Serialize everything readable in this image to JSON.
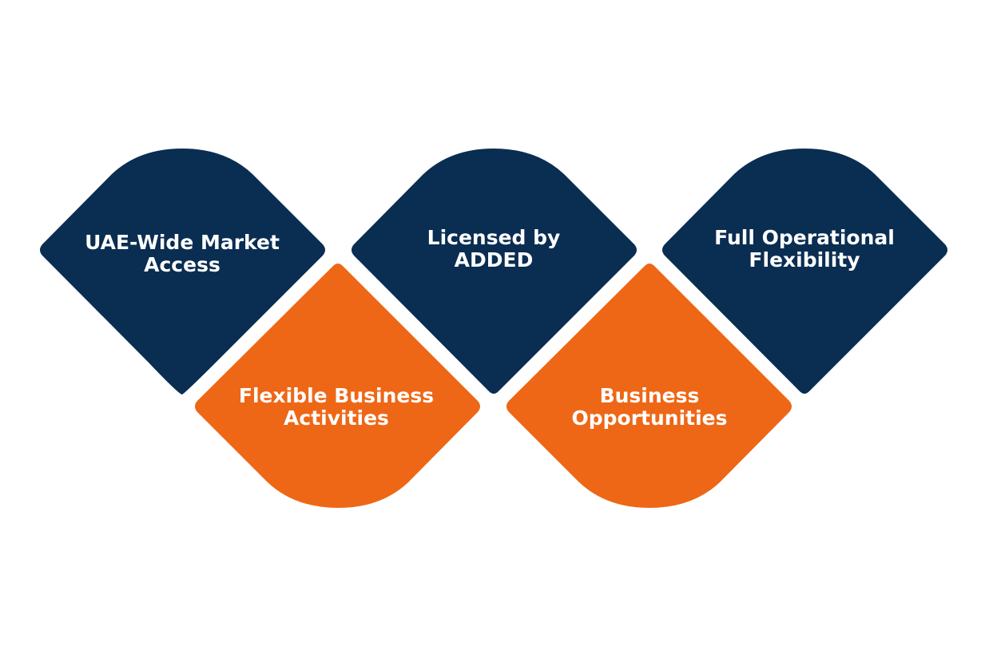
{
  "colors": {
    "navy": "#0a2d52",
    "orange": "#ee6716",
    "text": "#ffffff"
  },
  "tiles": [
    {
      "line1": "UAE-Wide Market",
      "line2": "Access",
      "color": "navy",
      "shape": "flat-bottom-upper"
    },
    {
      "line1": "Licensed by",
      "line2": "ADDED",
      "color": "navy",
      "shape": "round-top"
    },
    {
      "line1": "Full Operational",
      "line2": "Flexibility",
      "color": "navy",
      "shape": "round-top"
    },
    {
      "line1": "Flexible Business",
      "line2": "Activities",
      "color": "orange",
      "shape": "round-bottom"
    },
    {
      "line1": "Business",
      "line2": "Opportunities",
      "color": "orange",
      "shape": "round-bottom"
    }
  ]
}
